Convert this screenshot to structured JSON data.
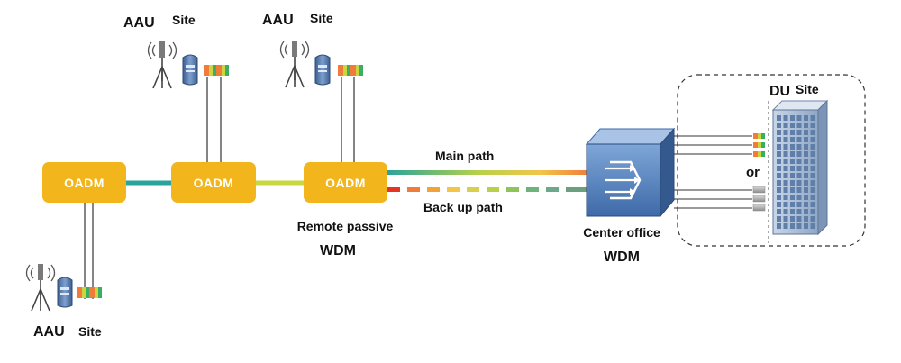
{
  "sites": {
    "aau_left": {
      "name": "AAU",
      "suffix": "Site"
    },
    "aau_mid1": {
      "name": "AAU",
      "suffix": "Site"
    },
    "aau_mid2": {
      "name": "AAU",
      "suffix": "Site"
    },
    "du": {
      "name": "DU",
      "suffix": "Site"
    }
  },
  "oadm": [
    {
      "label": "OADM"
    },
    {
      "label": "OADM"
    },
    {
      "label": "OADM"
    }
  ],
  "remote_wdm": {
    "line1": "Remote passive",
    "line2": "WDM"
  },
  "center_wdm": {
    "line1": "Center office",
    "line2": "WDM"
  },
  "paths": {
    "main": "Main path",
    "backup": "Back up path"
  },
  "du_or": "or",
  "colors": {
    "oadm_fill": "#f2b61c",
    "teal": "#2aa39a",
    "yellow_green": "#c9d640",
    "orange": "#f07b3a",
    "red": "#e53421",
    "device_blue": "#5b84ba"
  },
  "icons": [
    "antenna-icon",
    "aau-unit-icon",
    "colored-ports-icon",
    "wdm-box-icon",
    "du-rack-icon"
  ]
}
